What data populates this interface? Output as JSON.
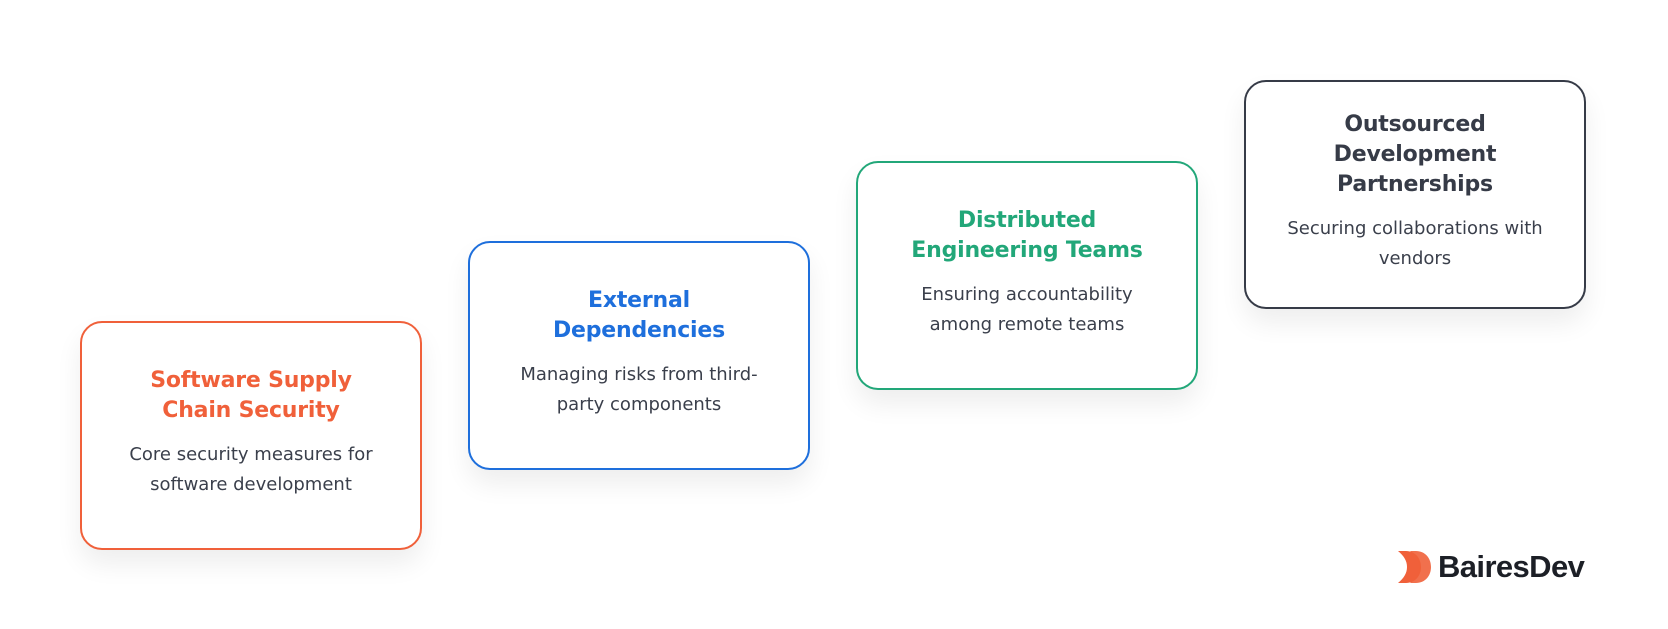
{
  "cards": [
    {
      "title": "Software Supply Chain Security",
      "title_lines": [
        "Software Supply",
        "Chain Security"
      ],
      "desc_lines": [
        "Core security measures for",
        "software development"
      ],
      "color": "#f0603a"
    },
    {
      "title": "External Dependencies",
      "title_lines": [
        "External",
        "Dependencies"
      ],
      "desc_lines": [
        "Managing risks from third-",
        "party components"
      ],
      "color": "#1e6fdc"
    },
    {
      "title": "Distributed Engineering Teams",
      "title_lines": [
        "Distributed",
        "Engineering Teams"
      ],
      "desc_lines": [
        "Ensuring accountability",
        "among remote teams"
      ],
      "color": "#22a779"
    },
    {
      "title": "Outsourced Development Partnerships",
      "title_lines": [
        "Outsourced Development",
        "Partnerships"
      ],
      "desc_lines": [
        "Securing collaborations with",
        "vendors"
      ],
      "color": "#363b47"
    }
  ],
  "brand": {
    "name": "BairesDev",
    "icon": "bairesdev-logo-icon",
    "color": "#f0603a"
  }
}
